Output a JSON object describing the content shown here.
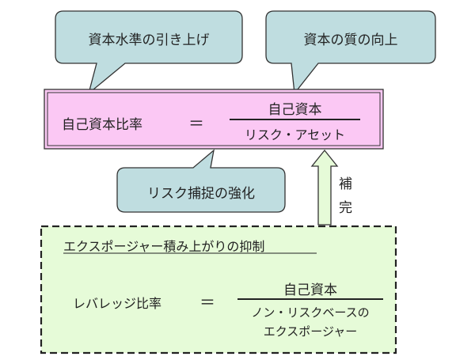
{
  "callouts": {
    "capital_level": "資本水準の引き上げ",
    "capital_quality": "資本の質の向上",
    "risk_capture": "リスク捕捉の強化"
  },
  "capital_ratio": {
    "label": "自己資本比率",
    "equals": "＝",
    "numerator": "自己資本",
    "denominator": "リスク・アセット"
  },
  "complement": {
    "line1": "補",
    "line2": "完"
  },
  "leverage": {
    "heading": "エクスポージャー積み上がりの抑制",
    "label": "レバレッジ比率",
    "equals": "＝",
    "numerator": "自己資本",
    "denominator_line1": "ノン・リスクベースの",
    "denominator_line2": "エクスポージャー"
  },
  "colors": {
    "callout_fill": "#bfdde0",
    "pink_box_fill": "#fbc8f4",
    "green_box_fill": "#e6fbd8",
    "arrow_fill": "#e6fbd8",
    "outline": "#333333"
  }
}
